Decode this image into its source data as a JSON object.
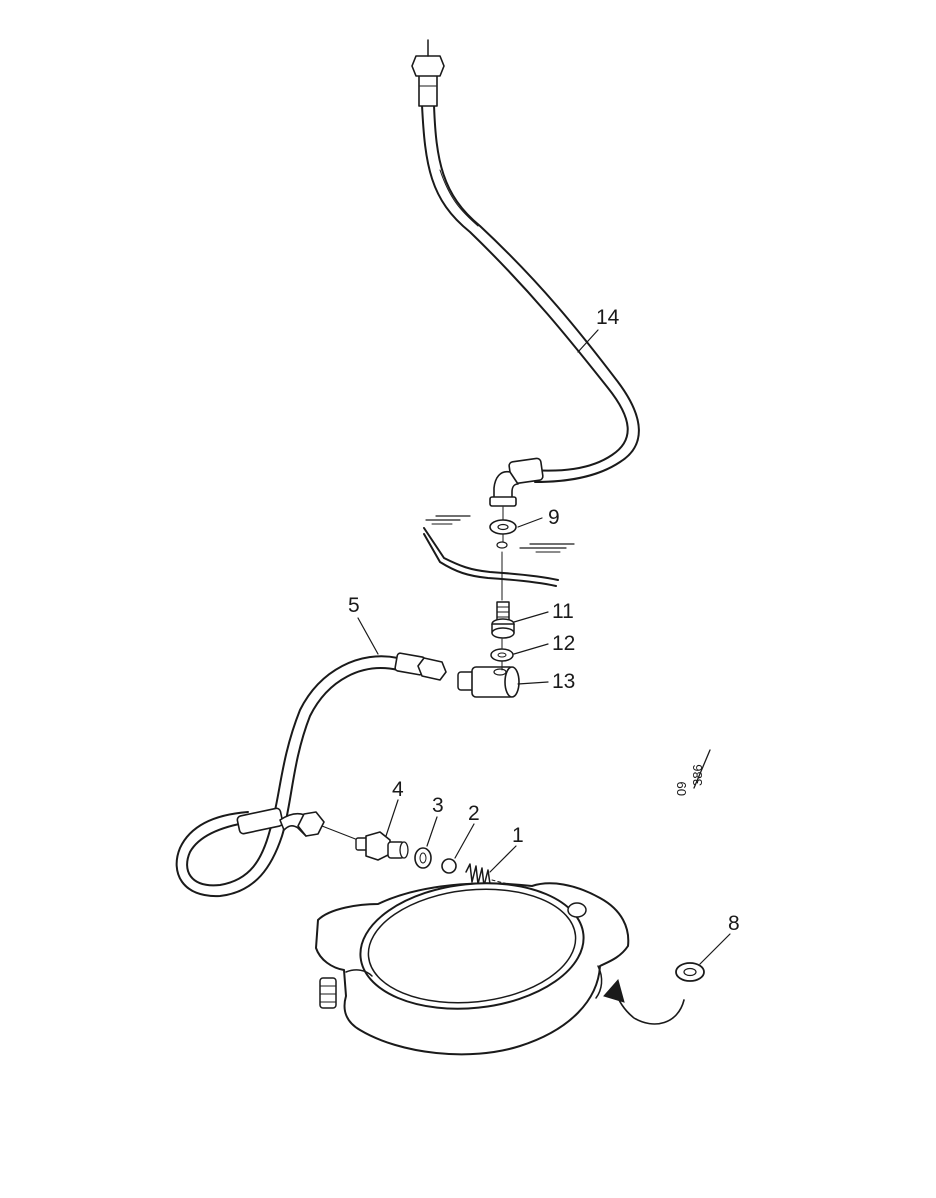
{
  "diagram": {
    "callouts": [
      "1",
      "2",
      "3",
      "4",
      "5",
      "8",
      "9",
      "11",
      "12",
      "13",
      "14"
    ],
    "drawing_ref": {
      "top": "386",
      "bottom": "09"
    }
  }
}
